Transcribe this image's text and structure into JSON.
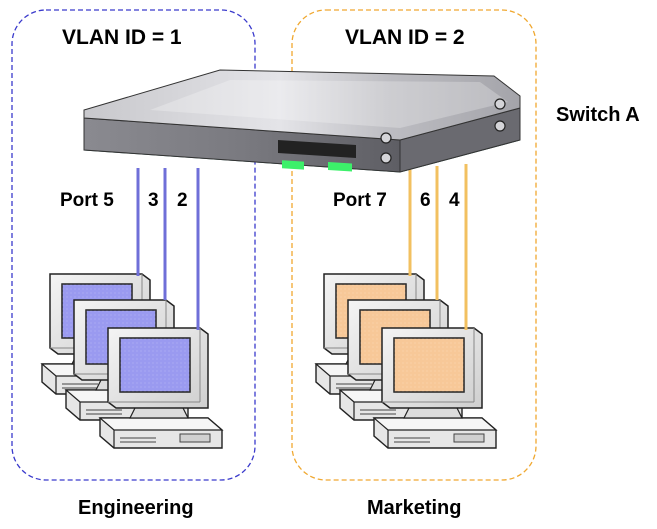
{
  "switch": {
    "name": "Switch A"
  },
  "vlans": [
    {
      "id": "vlan-1",
      "title": "VLAN ID = 1",
      "group": "Engineering",
      "border_color": "#3a3acc",
      "cable_color": "#6f6fd8",
      "screen_color": "#9a9af0",
      "port_labels": [
        "Port 5",
        "3",
        "2"
      ]
    },
    {
      "id": "vlan-2",
      "title": "VLAN ID = 2",
      "group": "Marketing",
      "border_color": "#f0a830",
      "cable_color": "#f2c060",
      "screen_color": "#f7c898",
      "port_labels": [
        "Port 7",
        "6",
        "4"
      ]
    }
  ]
}
